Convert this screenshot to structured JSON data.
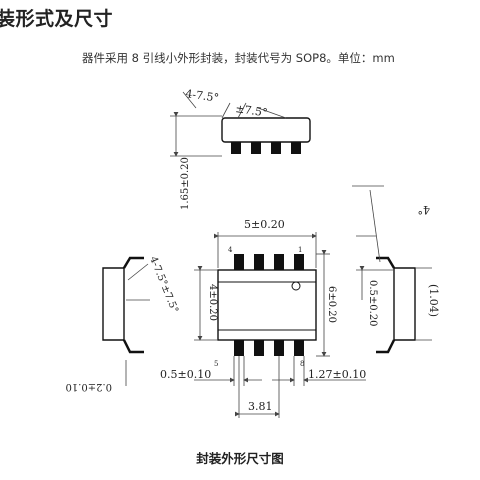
{
  "heading": "装形式及尺寸",
  "description": "器件采用 8 引线小外形封装，封装代号为 SOP8。单位：mm",
  "caption": "封装外形尺寸图",
  "dims": {
    "top_angle_a": "4-7.5°",
    "top_angle_b": "±7.5°",
    "height": "1.65±0.20",
    "body_length": "5±0.20",
    "body_width": "4±0.20",
    "overall_width": "6±0.20",
    "side_angle": "4-7.5°±7.5°",
    "lead_thk": "0.2±0.10",
    "lead_w": "0.5±0.10",
    "pitch": "1.27±0.10",
    "span": "3.81",
    "right_angle": "4°",
    "lead_len": "0.5±0.20",
    "foot_len": "(1.04)",
    "pin1": "1",
    "pin4": "4",
    "pin5": "5",
    "pin8": "8"
  }
}
